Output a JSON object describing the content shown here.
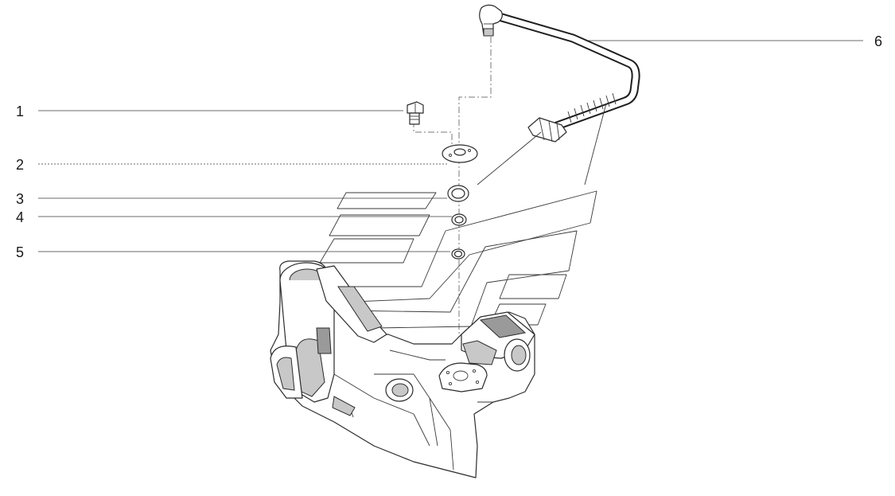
{
  "diagram": {
    "callouts": [
      {
        "number": "1",
        "part": "bolt"
      },
      {
        "number": "2",
        "part": "washer-plate"
      },
      {
        "number": "3",
        "part": "ring-large"
      },
      {
        "number": "4",
        "part": "ring-medium"
      },
      {
        "number": "5",
        "part": "ring-small"
      },
      {
        "number": "6",
        "part": "hose-assembly"
      }
    ],
    "colors": {
      "line": "#2b2b2b",
      "leader": "#6b6b6b",
      "shade": "#c8c8c8",
      "background": "#ffffff"
    }
  }
}
